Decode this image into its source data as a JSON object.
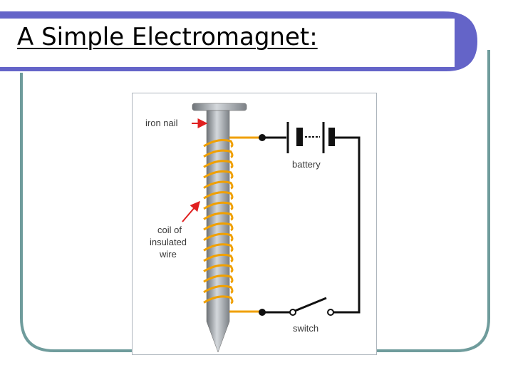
{
  "slide": {
    "title": "A Simple Electromagnet:",
    "colors": {
      "title_bar": "#6464c8",
      "frame": "#6f9c9c",
      "wire": "#f0a000",
      "nail": "#9aa0a6",
      "arrow": "#e02020"
    }
  },
  "diagram": {
    "labels": {
      "iron_nail": "iron nail",
      "battery": "battery",
      "coil_line1": "coil of",
      "coil_line2": "insulated",
      "coil_line3": "wire",
      "switch": "switch"
    }
  }
}
